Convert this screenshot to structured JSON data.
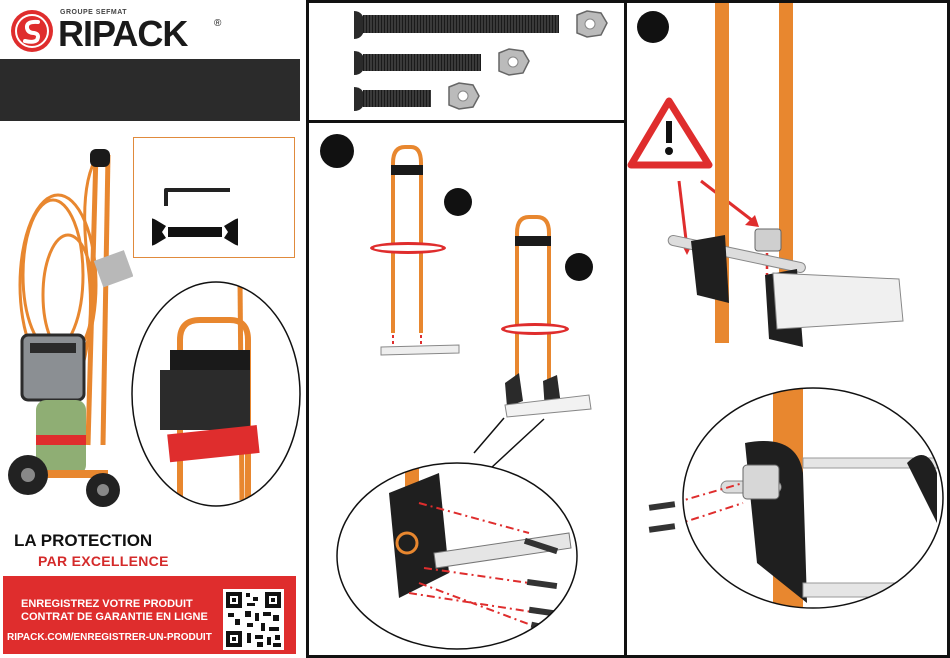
{
  "brand": {
    "group_label": "GROUPE SEFMAT",
    "name": "RIPACK",
    "registered": "®"
  },
  "tagline": {
    "line1": "LA PROTECTION",
    "line2": "PAR EXCELLENCE"
  },
  "registration": {
    "line1": "ENREGISTREZ VOTRE PRODUIT",
    "line2": "CONTRAT DE GARANTIE EN LIGNE",
    "url": "RIPACK.COM/ENREGISTRER-UN-PRODUIT"
  },
  "colors": {
    "brand_red": "#df2d2d",
    "frame_orange": "#e8872f",
    "dark": "#2b2b2b",
    "bag_grey": "#8b8f93"
  }
}
